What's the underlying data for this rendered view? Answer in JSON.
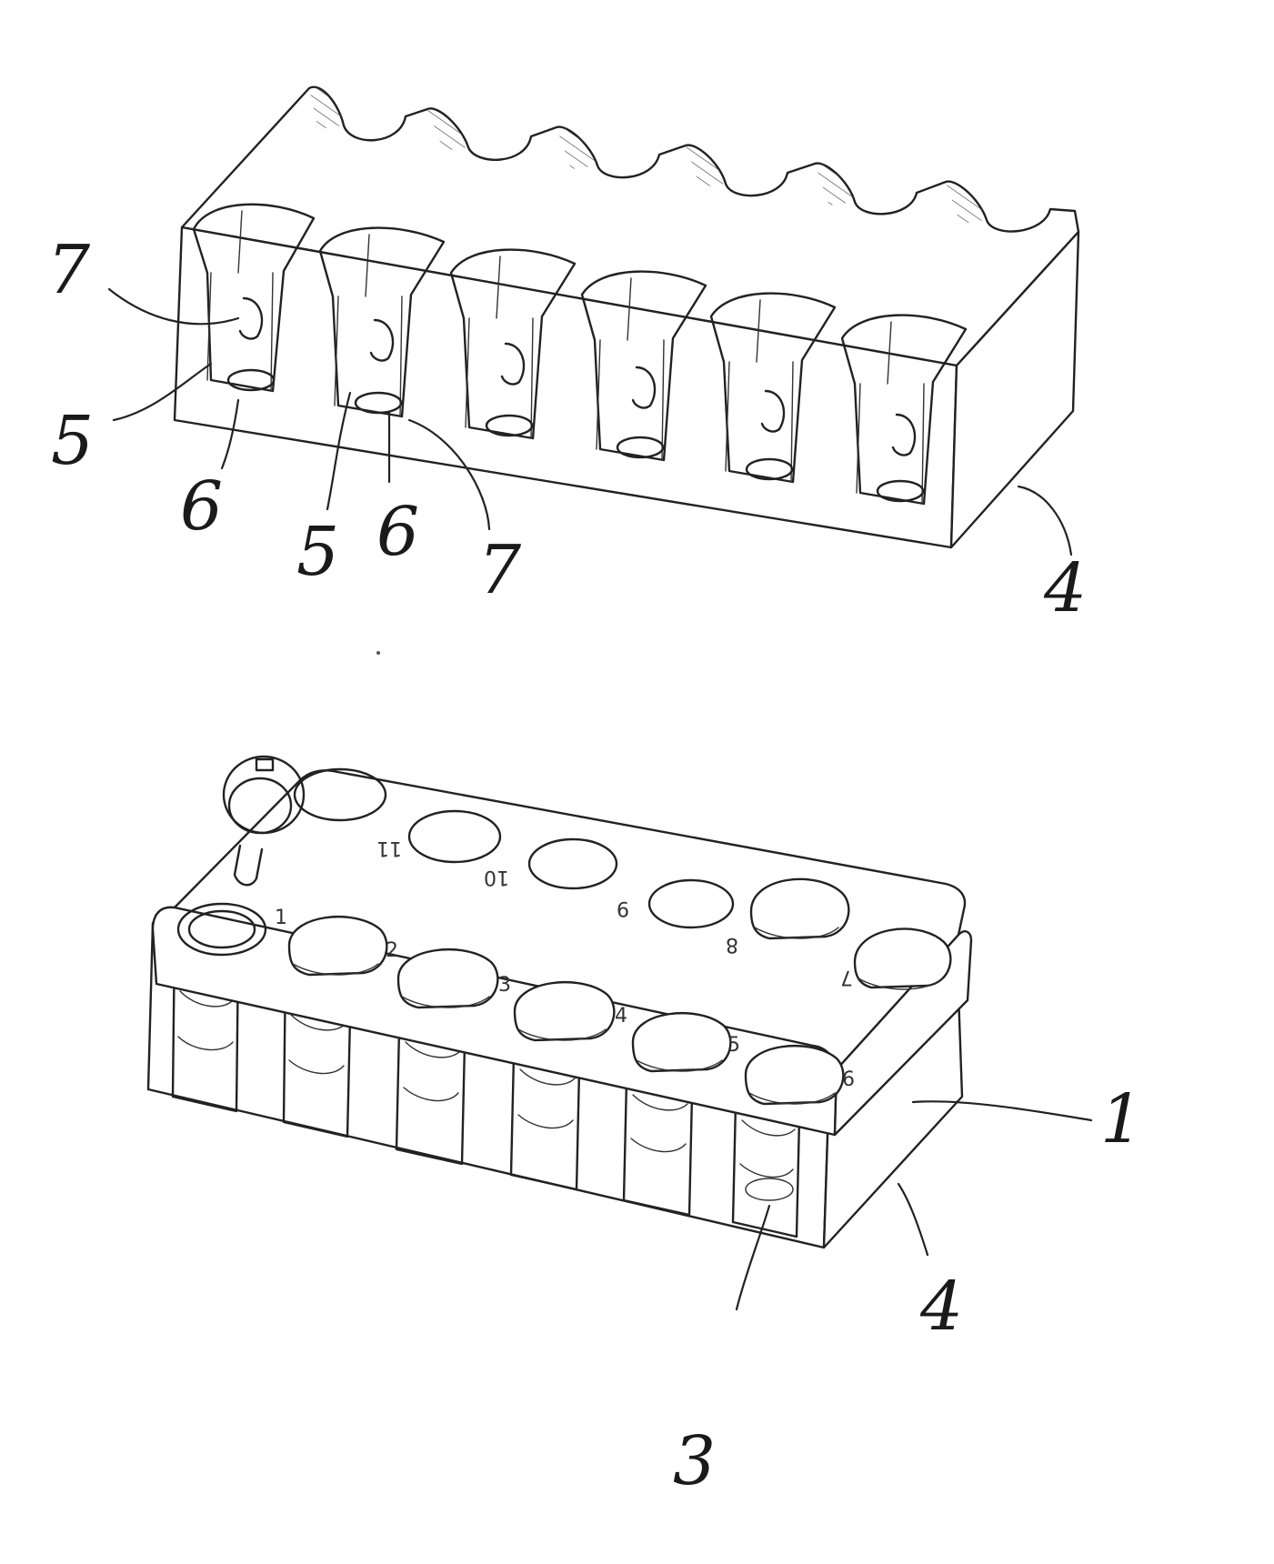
{
  "figure_top": {
    "reference_numerals": [
      "7",
      "5",
      "6",
      "5",
      "6",
      "7",
      "4"
    ]
  },
  "figure_bottom": {
    "reference_numerals": [
      "1",
      "4",
      "3"
    ],
    "tube_numbers": [
      "1",
      "2",
      "3",
      "4",
      "5",
      "6",
      "7",
      "8",
      "9",
      "10",
      "11"
    ]
  }
}
